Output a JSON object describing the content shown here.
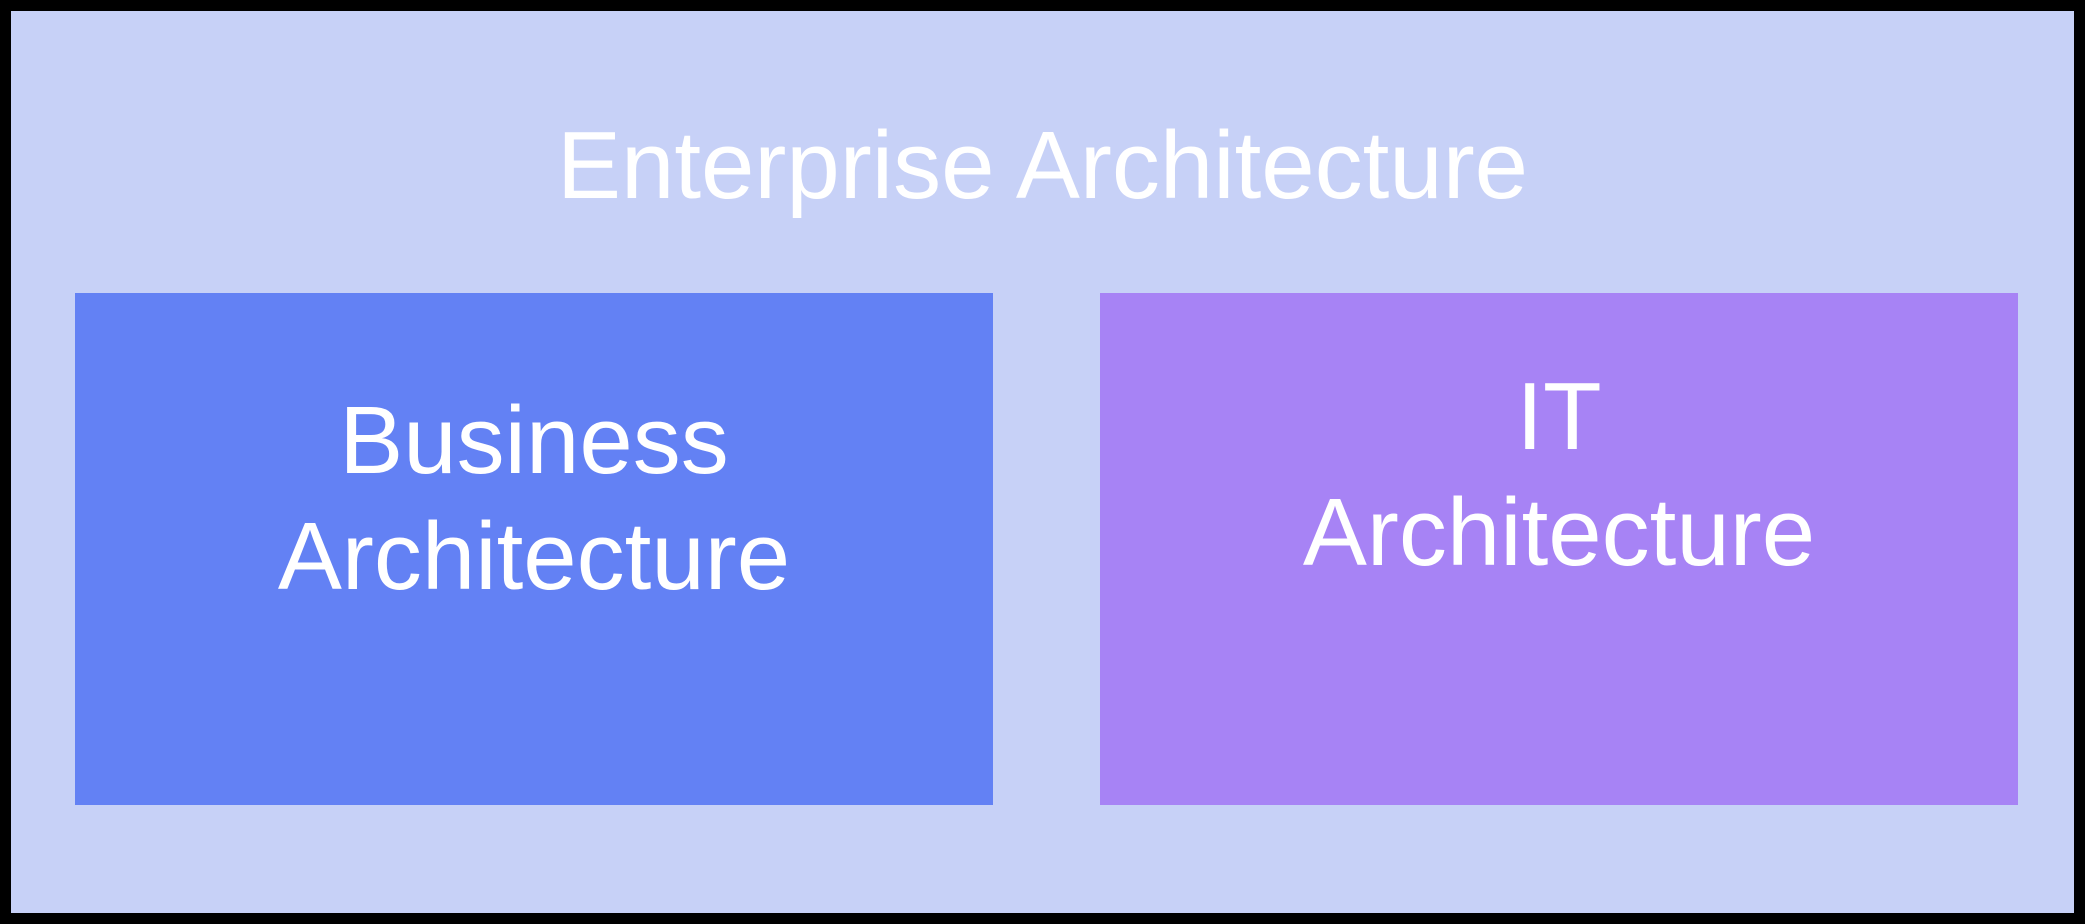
{
  "diagram": {
    "title": "Enterprise Architecture",
    "colors": {
      "frame": "#000000",
      "outer": "#c7d1f7",
      "business": "#6381f4",
      "it": "#a783f5",
      "text": "#ffffff"
    },
    "business": {
      "line1": "Business",
      "line2": "Architecture"
    },
    "it": {
      "line1": "IT",
      "line2": "Architecture"
    }
  }
}
